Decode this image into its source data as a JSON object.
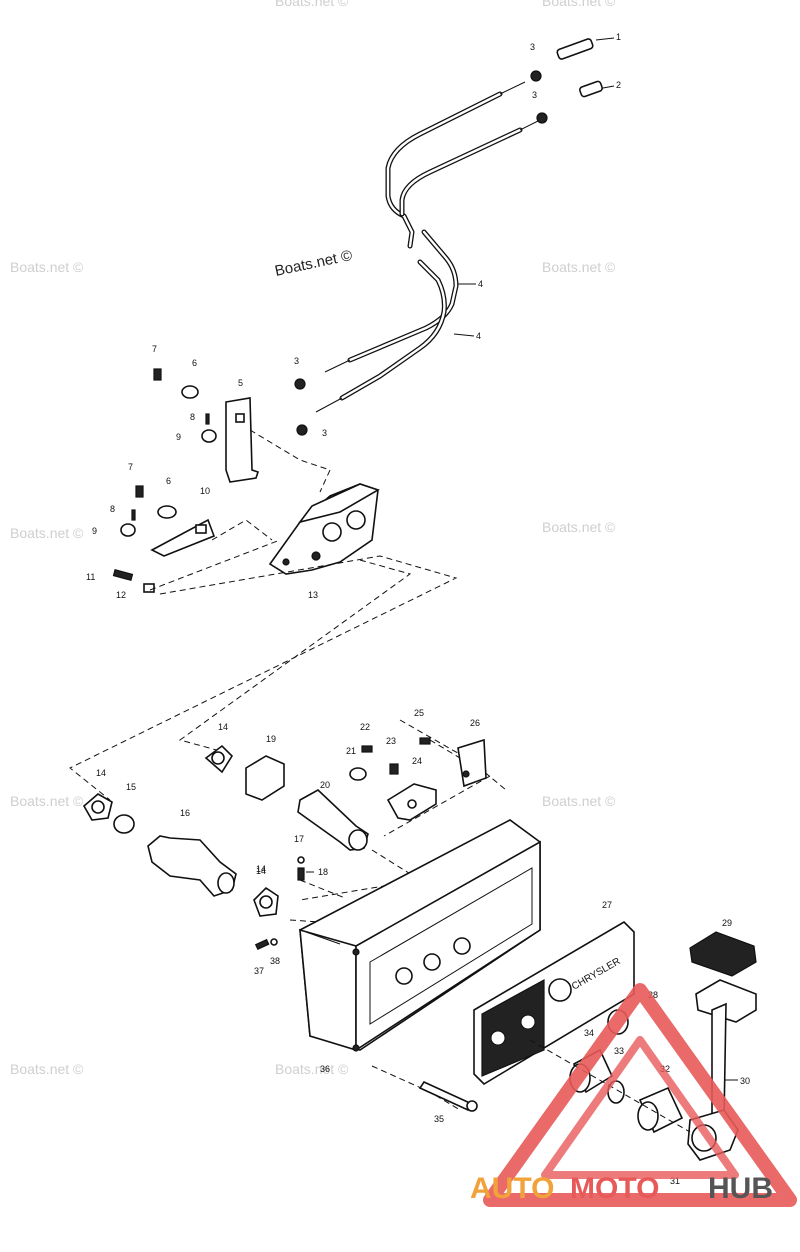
{
  "watermark": {
    "primary": "Boats.net ©",
    "tiles": [
      "Boats.net ©",
      "Boats.net ©",
      "Boats.net ©",
      "Boats.net ©",
      "Boats.net ©",
      "Boats.net ©",
      "Boats.net ©",
      "Boats.net ©",
      "Boats.net ©",
      "Boats.net ©"
    ]
  },
  "logo": {
    "part1": "AUTO",
    "part2": "MOTO",
    "part3": "HUB",
    "color_auto": "#f2a23a",
    "color_moto": "#e85a5a",
    "color_hub": "#555555"
  },
  "panel_brand": "CHRYSLER",
  "callouts": [
    "1",
    "2",
    "3",
    "3",
    "3",
    "3",
    "4",
    "4",
    "5",
    "6",
    "6",
    "7",
    "7",
    "8",
    "8",
    "9",
    "9",
    "10",
    "11",
    "12",
    "13",
    "14",
    "14",
    "14",
    "14",
    "15",
    "16",
    "17",
    "18",
    "19",
    "20",
    "21",
    "22",
    "23",
    "24",
    "25",
    "26",
    "27",
    "28",
    "29",
    "30",
    "31",
    "32",
    "33",
    "34",
    "35",
    "36",
    "37",
    "38"
  ]
}
